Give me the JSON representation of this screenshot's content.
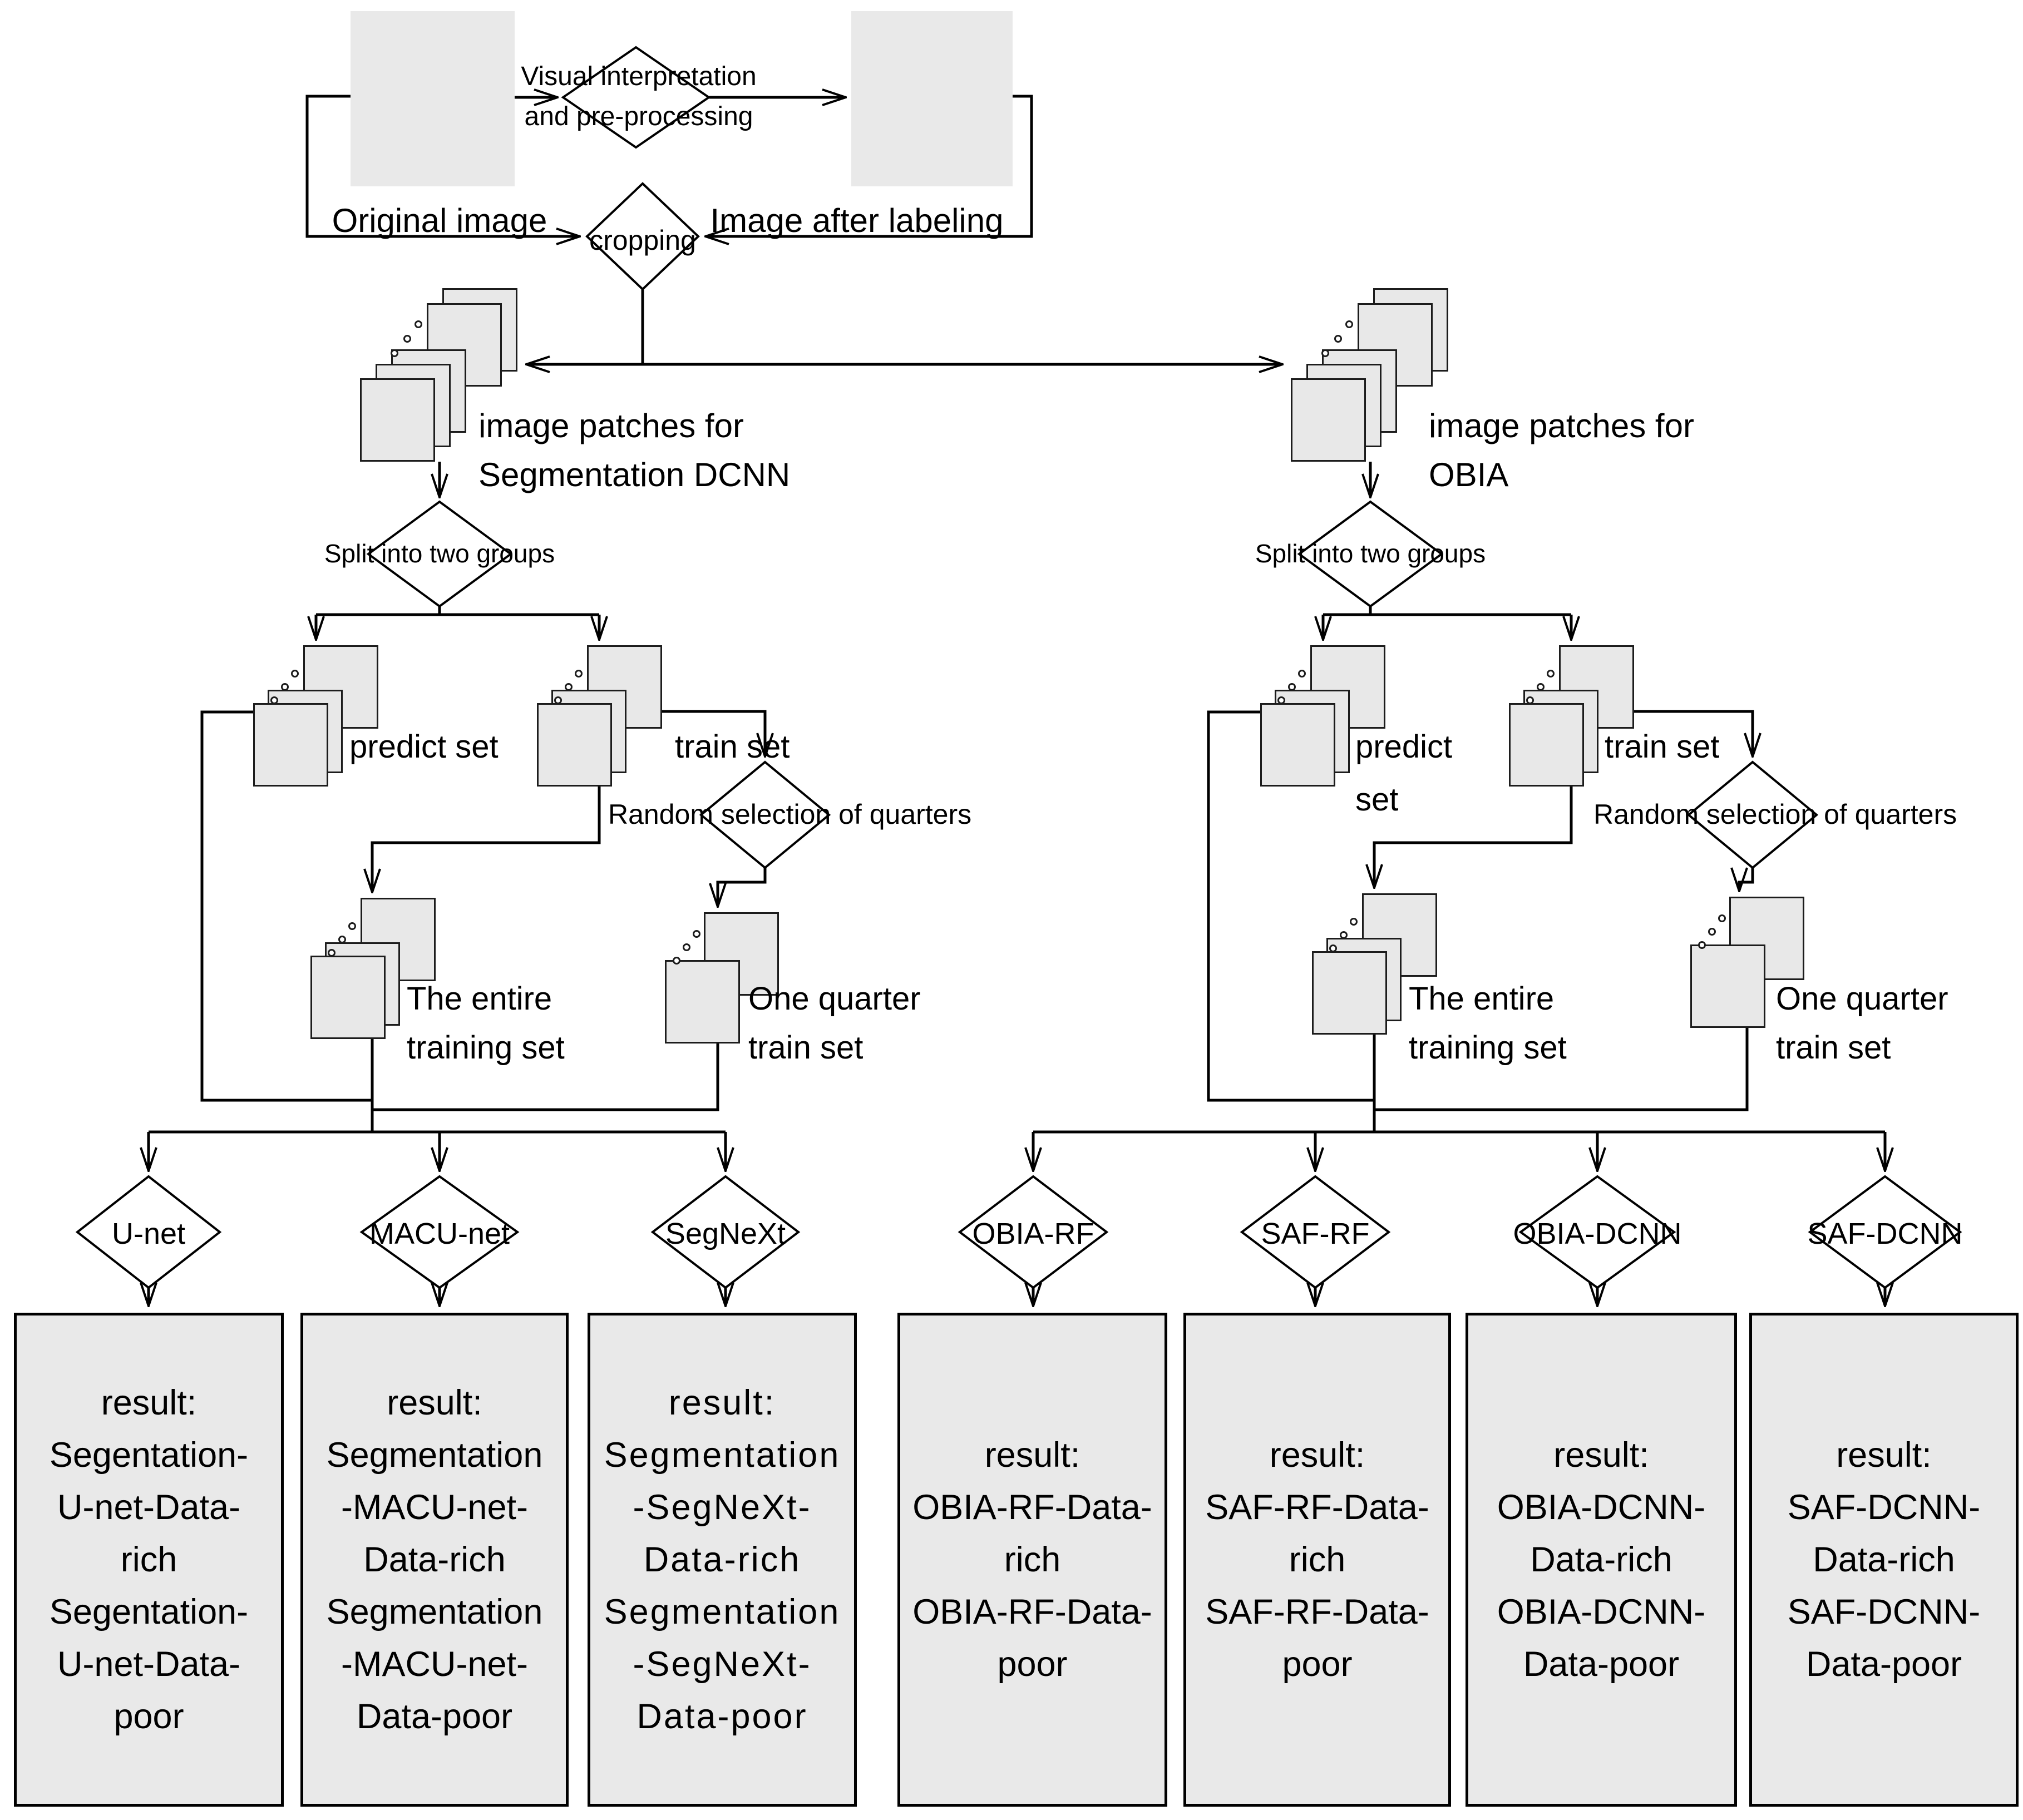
{
  "colors": {
    "background": "#ffffff",
    "sheet_fill": "#e8e8e8",
    "box_fill": "#e9e9e9",
    "line": "#000000"
  },
  "icons": {
    "image-stack": "layered-offset-rectangles",
    "more-dots": "three-small-circles"
  },
  "labels": {
    "original_image": "Original image",
    "image_after_labeling": "Image after labeling",
    "visual_interpretation": "Visual interpretation\nand pre-processing",
    "cropping": "cropping",
    "patches_dcnn": "image patches for\nSegmentation DCNN",
    "patches_obia": "image patches for\nOBIA",
    "split_dcnn": "Split into two groups",
    "split_obia": "Split into two groups",
    "predict_dcnn": "predict set",
    "train_dcnn": "train set",
    "predict_obia": "predict\nset",
    "train_obia": "train set",
    "random_dcnn": "Random selection of quarters",
    "random_obia": "Random selection of quarters",
    "entire_dcnn": "The entire\ntraining set",
    "quarter_dcnn": "One quarter\ntrain set",
    "entire_obia": "The entire\ntraining set",
    "quarter_obia": "One quarter\ntrain set"
  },
  "models": [
    "U-net",
    "MACU-net",
    "SegNeXt",
    "OBIA-RF",
    "SAF-RF",
    "OBIA-DCNN",
    "SAF-DCNN"
  ],
  "results": [
    "result:\nSegentation-\nU-net-Data-\nrich\nSegentation-\nU-net-Data-\npoor",
    "result:\nSegmentation\n-MACU-net-\nData-rich\nSegmentation\n-MACU-net-\nData-poor",
    "result:\nSegmentation\n-SegNeXt-\nData-rich\nSegmentation\n-SegNeXt-\nData-poor",
    "result:\nOBIA-RF-Data-\nrich\nOBIA-RF-Data-\npoor",
    "result:\nSAF-RF-Data-\nrich\nSAF-RF-Data-\npoor",
    "result:\nOBIA-DCNN-\nData-rich\nOBIA-DCNN-\nData-poor",
    "result:\nSAF-DCNN-\nData-rich\nSAF-DCNN-\nData-poor"
  ]
}
